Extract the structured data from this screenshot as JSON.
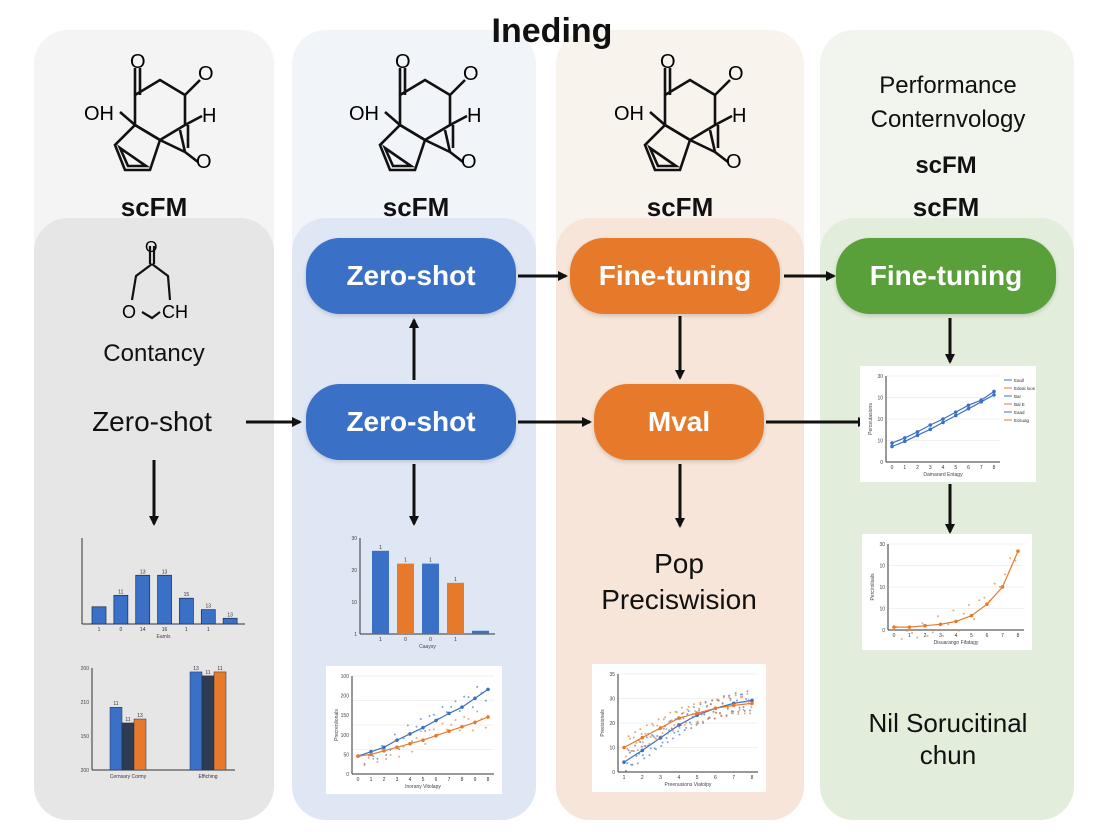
{
  "title": "Ineding",
  "colors": {
    "blue": "#3a70c6",
    "orange": "#e77a2a",
    "green": "#5aa03a",
    "dark": "#2d3b53"
  },
  "molecule": {
    "oh": "OH",
    "o1": "O",
    "o2": "O",
    "o3": "O",
    "h": "H"
  },
  "ketone": {
    "o_top": "O",
    "o_ring": "O",
    "ch": "CH"
  },
  "col1": {
    "header": "scFM",
    "label": "Contancy",
    "step": "Zero-shot"
  },
  "col2": {
    "header": "scFM",
    "pill_top": "Zero-shot",
    "pill_mid": "Zero-shot"
  },
  "col3": {
    "header": "scFM",
    "pill_top": "Fine-tuning",
    "pill_mid": "Mval",
    "text_line1": "Pop",
    "text_line2": "Preciswision"
  },
  "col4": {
    "header_line1": "Performance",
    "header_line2": "Conternvology",
    "header_line3": "scFM",
    "header_line4": "scFM",
    "pill_top": "Fine-tuning",
    "bottom_line1": "Nil Sorucitinal",
    "bottom_line2": "chun"
  },
  "chart_data": [
    {
      "id": "c1_bars",
      "type": "bar",
      "xlabel": "Eamls",
      "ytick_labels": [
        "",
        "",
        "",
        ""
      ],
      "categories": [
        "1",
        "0",
        "14",
        "16",
        "1",
        "1",
        ""
      ],
      "values": [
        6,
        10,
        17,
        17,
        9,
        5,
        2
      ],
      "ylim": [
        0,
        30
      ],
      "bar_colors": [
        "#3a70c6",
        "#3a70c6",
        "#3a70c6",
        "#3a70c6",
        "#3a70c6",
        "#3a70c6",
        "#3a70c6"
      ],
      "value_labels": [
        "",
        "11",
        "13",
        "13",
        "15",
        "13",
        "13"
      ]
    },
    {
      "id": "c1_grouped",
      "type": "bar",
      "categories": [
        "Cernsary Cormy",
        "Effiching"
      ],
      "series": [
        {
          "values": [
            160,
            120,
            130
          ]
        },
        {
          "values": [
            250,
            240,
            250
          ]
        }
      ],
      "ylim": [
        0,
        260
      ],
      "ytick_labels": [
        "200",
        "210",
        "150",
        "200"
      ],
      "value_labels": [
        "11",
        "11",
        "13",
        "13",
        "11",
        "11"
      ]
    },
    {
      "id": "c2_bars",
      "type": "bar",
      "xlabel": "Caaysy",
      "categories": [
        "1",
        "0",
        "0",
        "1",
        ""
      ],
      "values": [
        26,
        22,
        22,
        16,
        1
      ],
      "ylim": [
        0,
        30
      ],
      "ytick_labels": [
        "30",
        "20",
        "10",
        "1"
      ],
      "bar_colors": [
        "#3a70c6",
        "#e77a2a",
        "#3a70c6",
        "#e77a2a",
        "#3a70c6"
      ],
      "value_labels": [
        "1",
        "1",
        "1",
        "1",
        ""
      ]
    },
    {
      "id": "c2_line",
      "type": "line",
      "xlabel": "Inorany Vitolapy",
      "ylabel": "Precrenlionals",
      "categories": [
        "0",
        "1",
        "2",
        "3",
        "4",
        "5",
        "6",
        "7",
        "8",
        "9",
        "8"
      ],
      "series": [
        {
          "color": "#3a70c6",
          "values": [
            20,
            25,
            30,
            38,
            45,
            52,
            60,
            68,
            75,
            85,
            95
          ]
        },
        {
          "color": "#e77a2a",
          "values": [
            20,
            22,
            26,
            30,
            34,
            38,
            43,
            48,
            53,
            58,
            64
          ]
        }
      ],
      "ylim": [
        0,
        110
      ],
      "ytick_labels": [
        "100",
        "200",
        "150",
        "100",
        "50",
        "0"
      ]
    },
    {
      "id": "c3_scatter",
      "type": "scatter",
      "xlabel": "Preenusions Viatolpy",
      "ylabel": "Preeisionals",
      "categories": [
        "1",
        "2",
        "3",
        "4",
        "5",
        "6",
        "7",
        "8"
      ],
      "series": [
        {
          "color": "#3a70c6",
          "values": [
            10,
            22,
            35,
            48,
            58,
            65,
            70,
            73
          ]
        },
        {
          "color": "#e77a2a",
          "values": [
            25,
            35,
            45,
            55,
            60,
            65,
            68,
            70
          ]
        }
      ],
      "ylim": [
        0,
        100
      ],
      "ytick_labels": [
        "35",
        "30",
        "20",
        "10",
        "0"
      ]
    },
    {
      "id": "c4_line",
      "type": "line",
      "xlabel": "Damarard Entagy",
      "ylabel": "Perceutasions",
      "categories": [
        "0",
        "1",
        "2",
        "3",
        "4",
        "5",
        "6",
        "7",
        "8"
      ],
      "series": [
        {
          "color": "#3a70c6",
          "values": [
            22,
            28,
            35,
            43,
            50,
            58,
            66,
            72,
            82
          ]
        },
        {
          "color": "#3a70c6",
          "values": [
            18,
            24,
            31,
            38,
            46,
            54,
            62,
            70,
            78
          ]
        }
      ],
      "ylim": [
        0,
        100
      ],
      "ytick_labels": [
        "30",
        "10",
        "10",
        "10",
        "0"
      ],
      "legend": [
        "Eaull",
        "Edeal loos",
        "Bar",
        "Bal E",
        "Eaad",
        "Ecituag"
      ]
    },
    {
      "id": "c4_scatter",
      "type": "scatter",
      "xlabel": "Disuarango Fifatagy",
      "ylabel": "Percirolisals",
      "categories": [
        "0",
        "1",
        "2",
        "3",
        "4",
        "5",
        "6",
        "7",
        "8"
      ],
      "series": [
        {
          "color": "#e77a2a",
          "values": [
            2,
            2,
            3,
            4,
            6,
            10,
            18,
            30,
            55
          ]
        }
      ],
      "ylim": [
        0,
        60
      ],
      "ytick_labels": [
        "30",
        "10",
        "10",
        "10",
        "0"
      ]
    }
  ]
}
